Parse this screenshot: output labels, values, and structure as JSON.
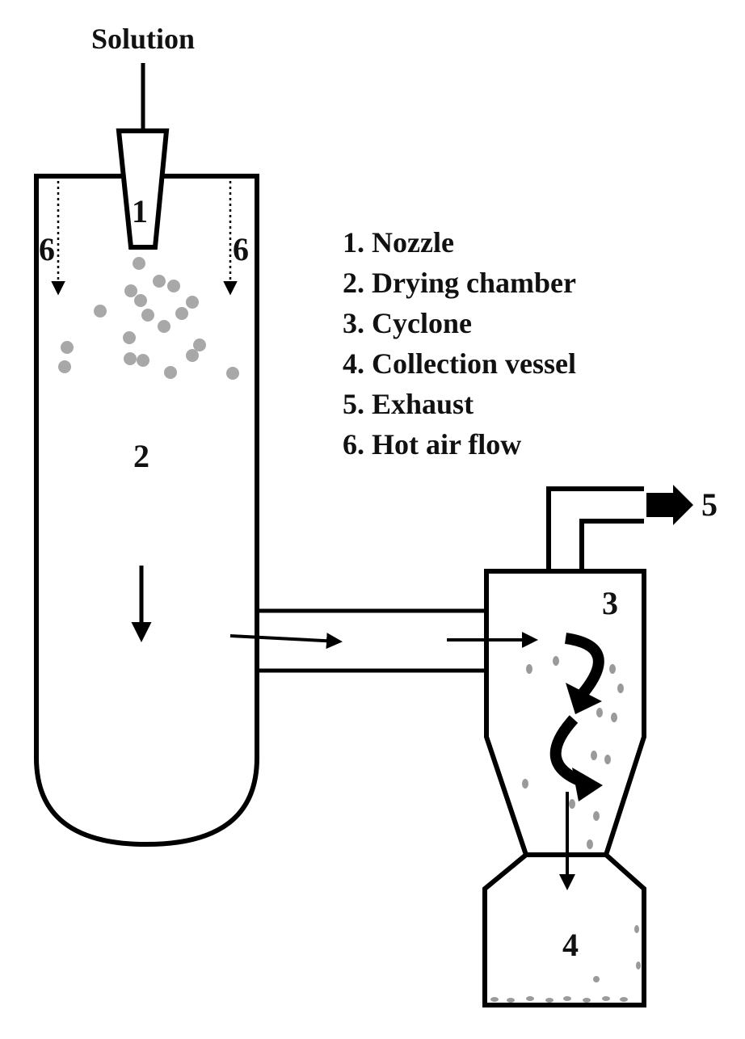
{
  "input_label": "Solution",
  "component_numbers": {
    "nozzle": "1",
    "drying_chamber": "2",
    "cyclone": "3",
    "collection_vessel": "4",
    "exhaust": "5",
    "hot_air_left": "6",
    "hot_air_right": "6"
  },
  "legend": [
    "1. Nozzle",
    "2. Drying chamber",
    "3. Cyclone",
    "4. Collection vessel",
    "5. Exhaust",
    "6. Hot air flow"
  ],
  "colors": {
    "stroke": "#000000",
    "particles": "#a8a8a8",
    "background": "#ffffff"
  }
}
